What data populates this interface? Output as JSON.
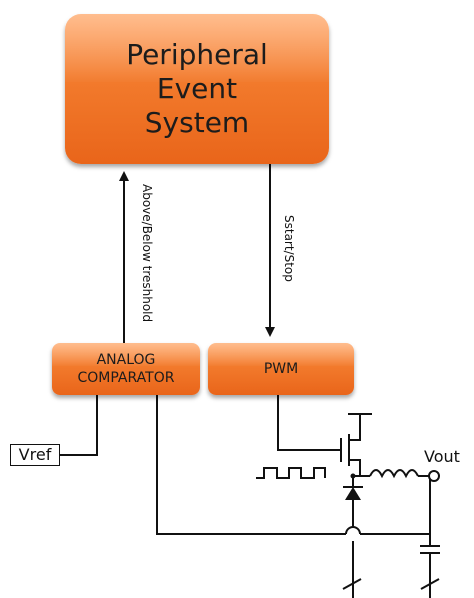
{
  "diagram": {
    "peripheral_event_system": [
      "Peripheral",
      "Event",
      "System"
    ],
    "analog_comparator": [
      "ANALOG",
      "COMPARATOR"
    ],
    "pwm": "PWM",
    "vref": "Vref",
    "vout": "Vout",
    "label_threshold": "Above/Below treshhold",
    "label_start_stop": "Sstart/Stop"
  },
  "colors": {
    "block_orange": "#f27a2c",
    "line": "#111111"
  }
}
